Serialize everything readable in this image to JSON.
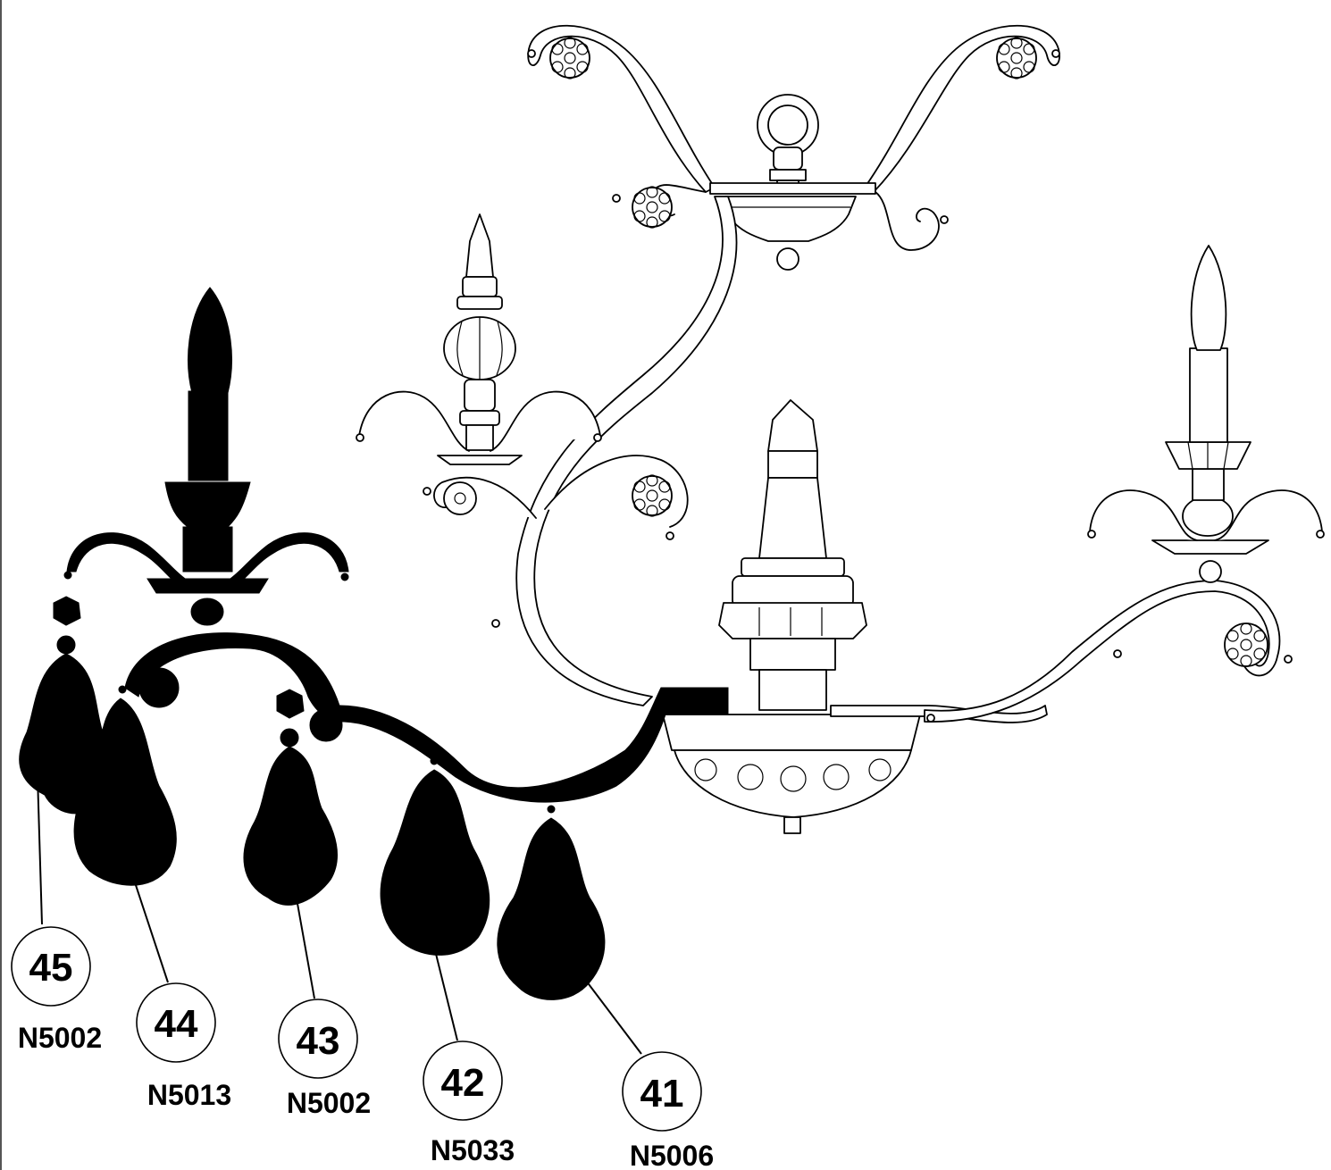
{
  "callouts": [
    {
      "number": "45",
      "code": "N5002"
    },
    {
      "number": "44",
      "code": "N5013"
    },
    {
      "number": "43",
      "code": "N5002"
    },
    {
      "number": "42",
      "code": "N5033"
    },
    {
      "number": "41",
      "code": "N5006"
    }
  ],
  "colors": {
    "ink": "#000000",
    "paper": "#ffffff"
  }
}
